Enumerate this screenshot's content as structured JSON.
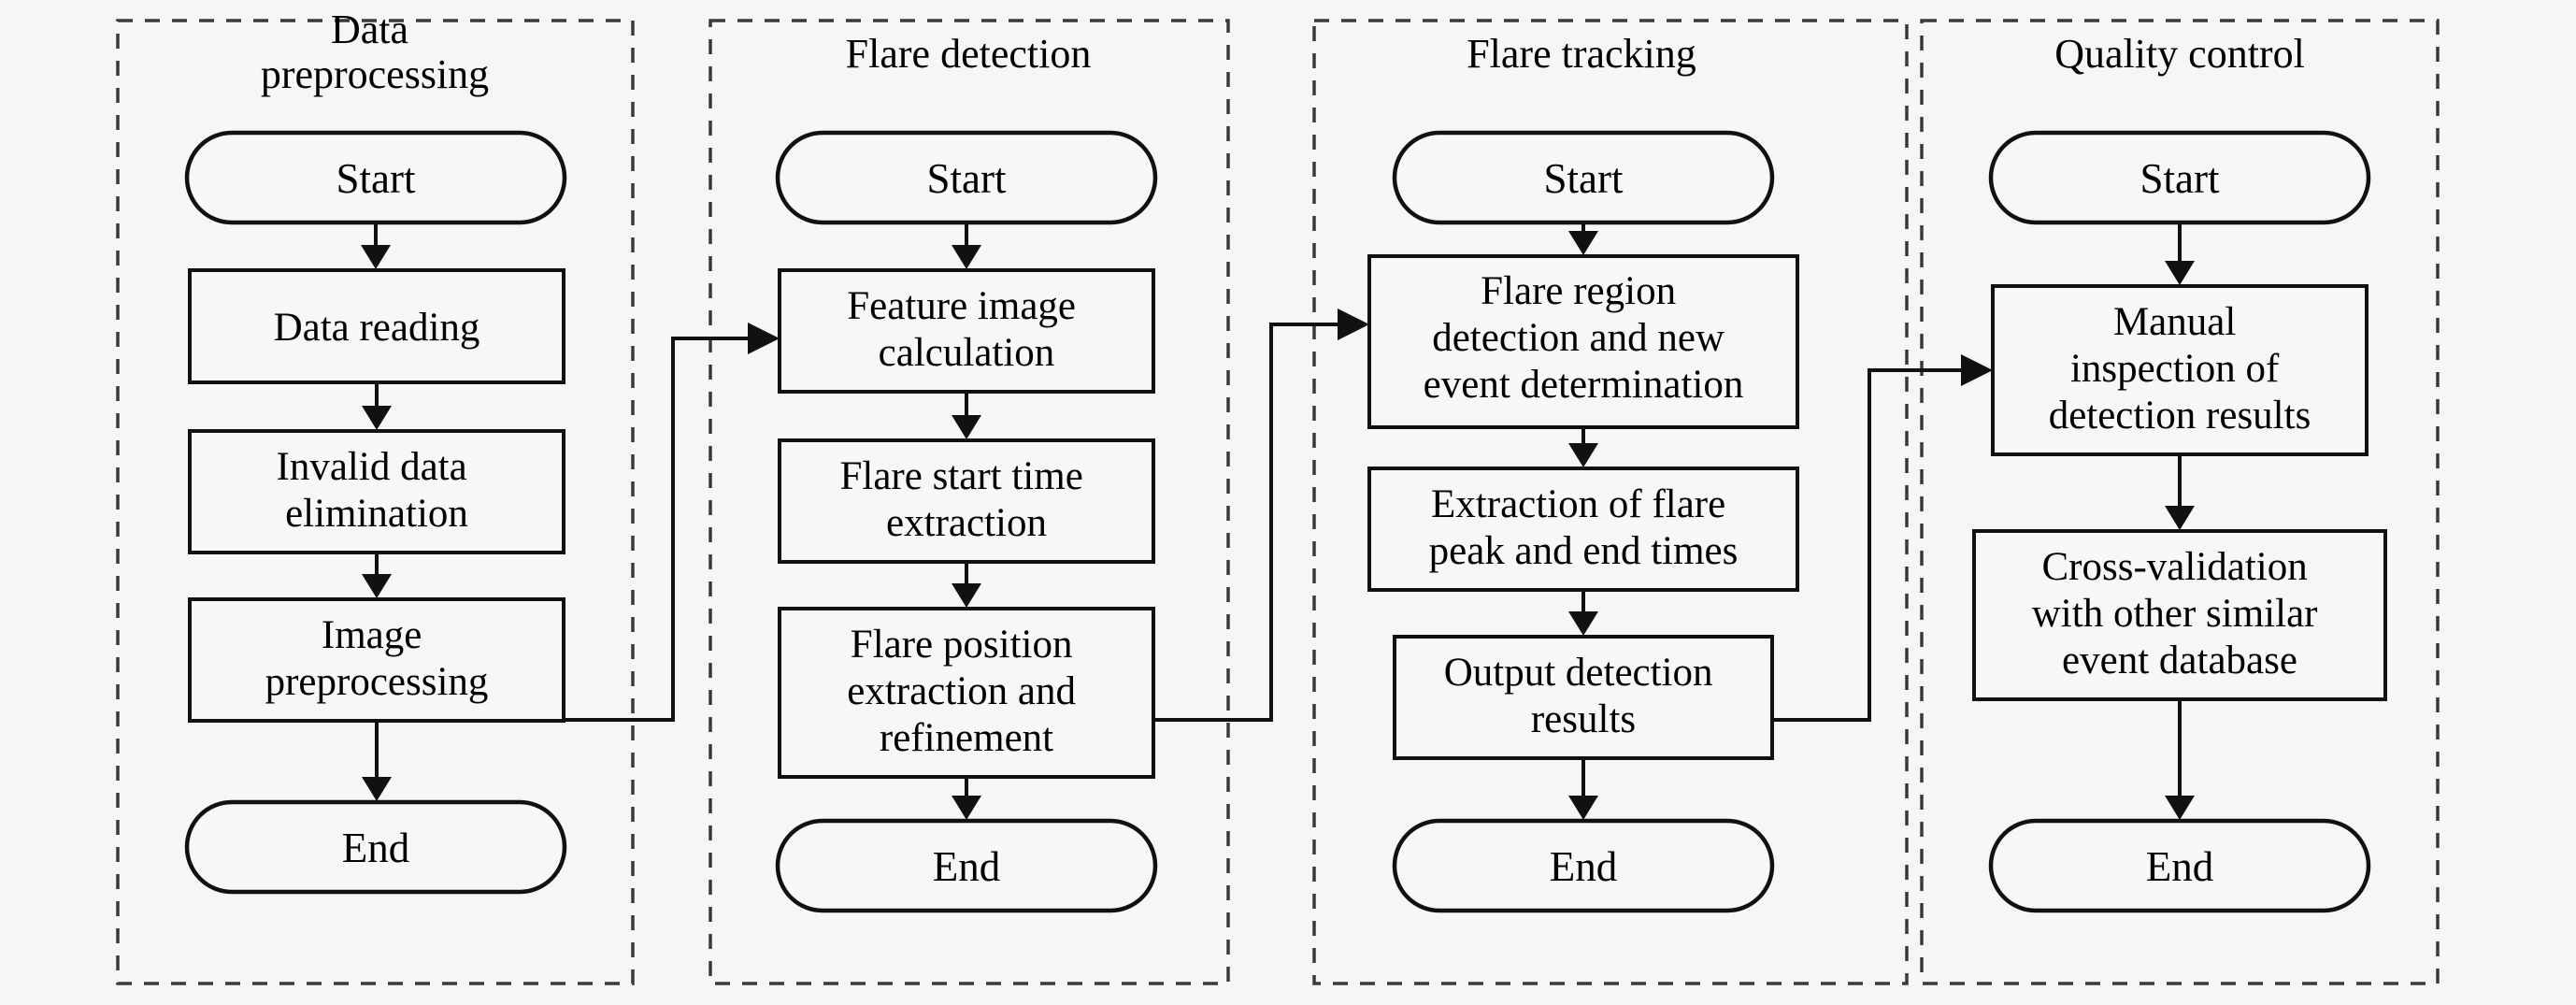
{
  "diagram": {
    "type": "flowchart",
    "orientation": "four-stage-pipeline",
    "background_color": "#f6f6f6",
    "line_color": "#111111",
    "panel_border_color": "#3a3a3a",
    "panel_border_style": "dashed"
  },
  "panels": [
    {
      "id": "data-preprocessing",
      "title": "Data\npreprocessing",
      "title_lines": [
        "Data",
        "preprocessing"
      ],
      "nodes": [
        {
          "id": "p1-start",
          "shape": "pill",
          "label": "Start",
          "lines": [
            "Start"
          ]
        },
        {
          "id": "p1-n1",
          "shape": "rect",
          "label": "Data reading",
          "lines": [
            "Data reading"
          ]
        },
        {
          "id": "p1-n2",
          "shape": "rect",
          "label": "Invalid data elimination",
          "lines": [
            "Invalid data",
            "elimination"
          ]
        },
        {
          "id": "p1-n3",
          "shape": "rect",
          "label": "Image preprocessing",
          "lines": [
            "Image",
            "preprocessing"
          ]
        },
        {
          "id": "p1-end",
          "shape": "pill",
          "label": "End",
          "lines": [
            "End"
          ]
        }
      ]
    },
    {
      "id": "flare-detection",
      "title": "Flare detection",
      "title_lines": [
        "Flare detection"
      ],
      "nodes": [
        {
          "id": "p2-start",
          "shape": "pill",
          "label": "Start",
          "lines": [
            "Start"
          ]
        },
        {
          "id": "p2-n1",
          "shape": "rect",
          "label": "Feature image calculation",
          "lines": [
            "Feature image",
            "calculation"
          ]
        },
        {
          "id": "p2-n2",
          "shape": "rect",
          "label": "Flare start time extraction",
          "lines": [
            "Flare start time",
            "extraction"
          ]
        },
        {
          "id": "p2-n3",
          "shape": "rect",
          "label": "Flare position extraction and refinement",
          "lines": [
            "Flare position",
            "extraction and",
            "refinement"
          ]
        },
        {
          "id": "p2-end",
          "shape": "pill",
          "label": "End",
          "lines": [
            "End"
          ]
        }
      ]
    },
    {
      "id": "flare-tracking",
      "title": "Flare tracking",
      "title_lines": [
        "Flare tracking"
      ],
      "nodes": [
        {
          "id": "p3-start",
          "shape": "pill",
          "label": "Start",
          "lines": [
            "Start"
          ]
        },
        {
          "id": "p3-n1",
          "shape": "rect",
          "label": "Flare region detection and new event determination",
          "lines": [
            "Flare region",
            "detection and new",
            "event determination"
          ]
        },
        {
          "id": "p3-n2",
          "shape": "rect",
          "label": "Extraction of flare peak and end times",
          "lines": [
            "Extraction of flare",
            "peak and end times"
          ]
        },
        {
          "id": "p3-n3",
          "shape": "rect",
          "label": "Output detection results",
          "lines": [
            "Output detection",
            "results"
          ]
        },
        {
          "id": "p3-end",
          "shape": "pill",
          "label": "End",
          "lines": [
            "End"
          ]
        }
      ]
    },
    {
      "id": "quality-control",
      "title": "Quality control",
      "title_lines": [
        "Quality control"
      ],
      "nodes": [
        {
          "id": "p4-start",
          "shape": "pill",
          "label": "Start",
          "lines": [
            "Start"
          ]
        },
        {
          "id": "p4-n1",
          "shape": "rect",
          "label": "Manual inspection of detection results",
          "lines": [
            "Manual",
            "inspection of",
            "detection results"
          ]
        },
        {
          "id": "p4-n2",
          "shape": "rect",
          "label": "Cross-validation with other similar event database",
          "lines": [
            "Cross-validation",
            "with other similar",
            "event database"
          ]
        },
        {
          "id": "p4-end",
          "shape": "pill",
          "label": "End",
          "lines": [
            "End"
          ]
        }
      ]
    }
  ],
  "cross_panel_connectors": [
    {
      "id": "c1",
      "from": "p1-n3",
      "to": "p2-n1",
      "route": "right-up-right"
    },
    {
      "id": "c2",
      "from": "p2-n3",
      "to": "p3-n1",
      "route": "right-up-right"
    },
    {
      "id": "c3",
      "from": "p3-n3",
      "to": "p4-n1",
      "route": "right-up-right"
    }
  ]
}
